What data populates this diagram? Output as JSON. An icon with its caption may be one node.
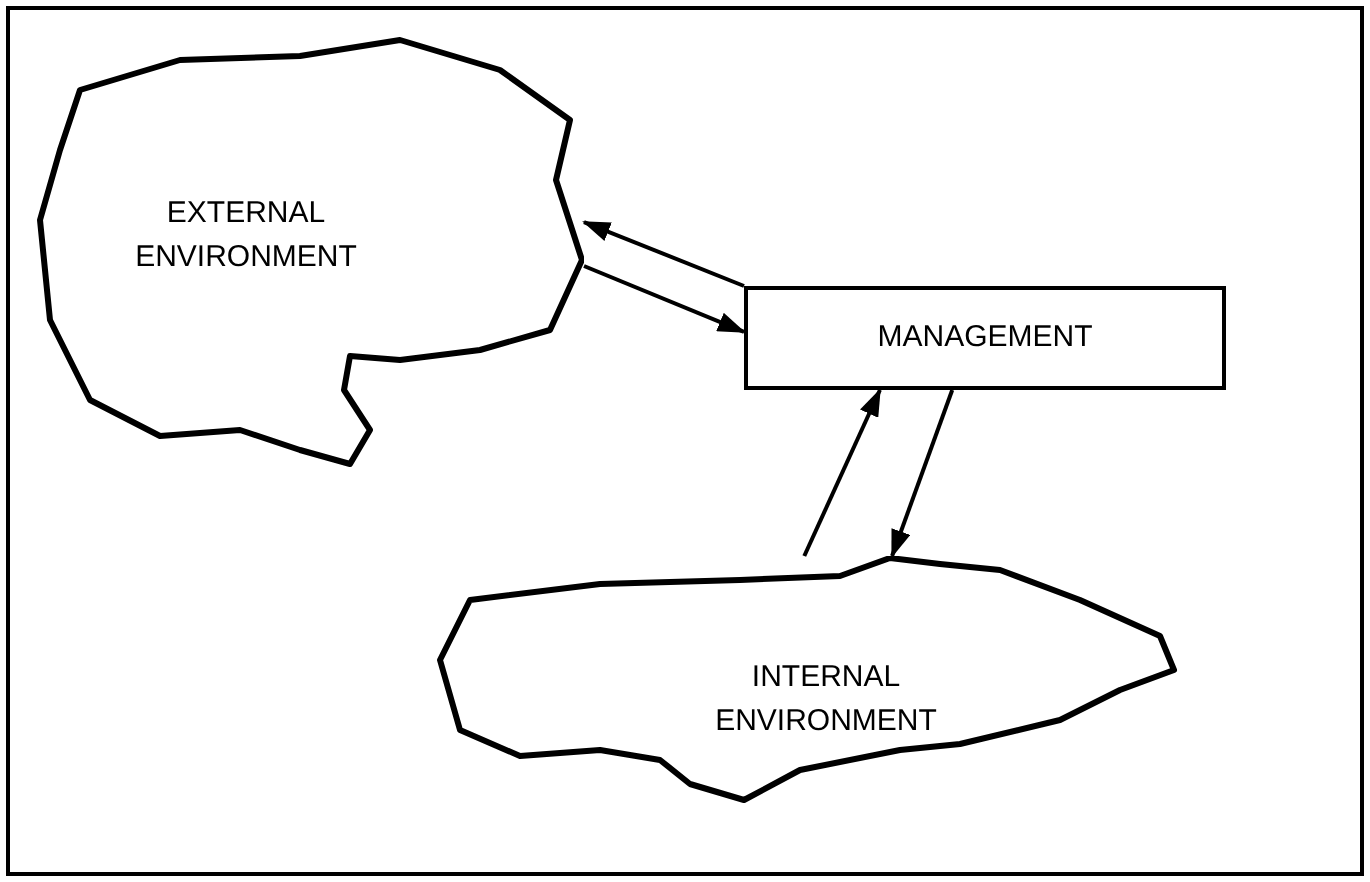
{
  "diagram": {
    "nodes": [
      {
        "text": [
          "EXTERNAL ENVIRONMENT"
        ]
      },
      {
        "text": [
          "MANAGEMENT"
        ]
      },
      {
        "text": [
          "INTERNAL ENVIRONMENT"
        ]
      }
    ],
    "edges": [
      {
        "from": 1,
        "to": 0,
        "arrow": "to"
      },
      {
        "from": 0,
        "to": 1,
        "arrow": "to"
      },
      {
        "from": 2,
        "to": 1,
        "arrow": "to"
      },
      {
        "from": 1,
        "to": 2,
        "arrow": "to"
      }
    ]
  }
}
